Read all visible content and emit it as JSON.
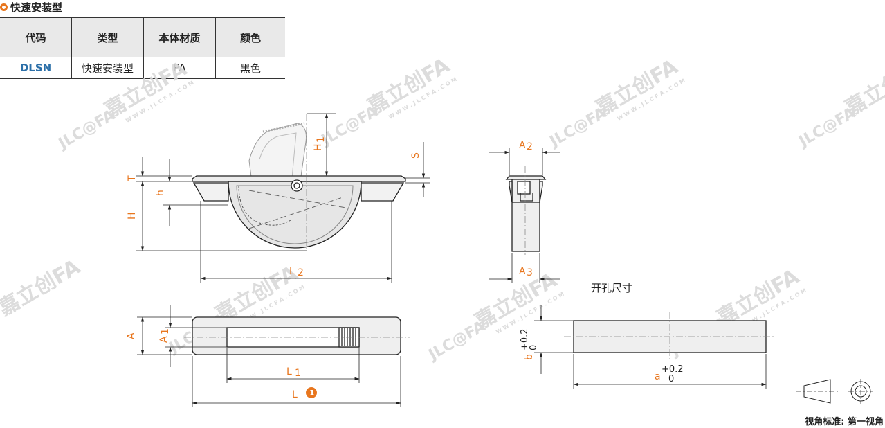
{
  "section_title": "快速安装型",
  "table": {
    "headers": [
      "代码",
      "类型",
      "本体材质",
      "颜色"
    ],
    "rows": [
      [
        "DLSN",
        "快速安装型",
        "PA",
        "黑色"
      ]
    ]
  },
  "dimensions": {
    "T": "T",
    "h": "h",
    "H": "H",
    "H1": "H",
    "H1_sub": "1",
    "S": "S",
    "L2": "L",
    "L2_sub": "2",
    "A2": "A",
    "A2_sub": "2",
    "A3": "A",
    "A3_sub": "3",
    "A": "A",
    "A1": "A",
    "A1_sub": "1",
    "L1": "L",
    "L1_sub": "1",
    "L": "L",
    "L_note": "1",
    "b": "b",
    "b_tol_upper": "+0.2",
    "b_tol_lower": "0",
    "a": "a",
    "a_tol_upper": "+0.2",
    "a_tol_lower": "0"
  },
  "cutout_label": "开孔尺寸",
  "watermark": {
    "logo": "JLC@FA",
    "brand": "嘉立创FA",
    "url": "W W W . J L C F A . C O M"
  },
  "projection_note": "视角标准: 第一视角",
  "colors": {
    "accent": "#e8761e",
    "code": "#2b6fa8",
    "header_bg": "#e9e9e9"
  }
}
